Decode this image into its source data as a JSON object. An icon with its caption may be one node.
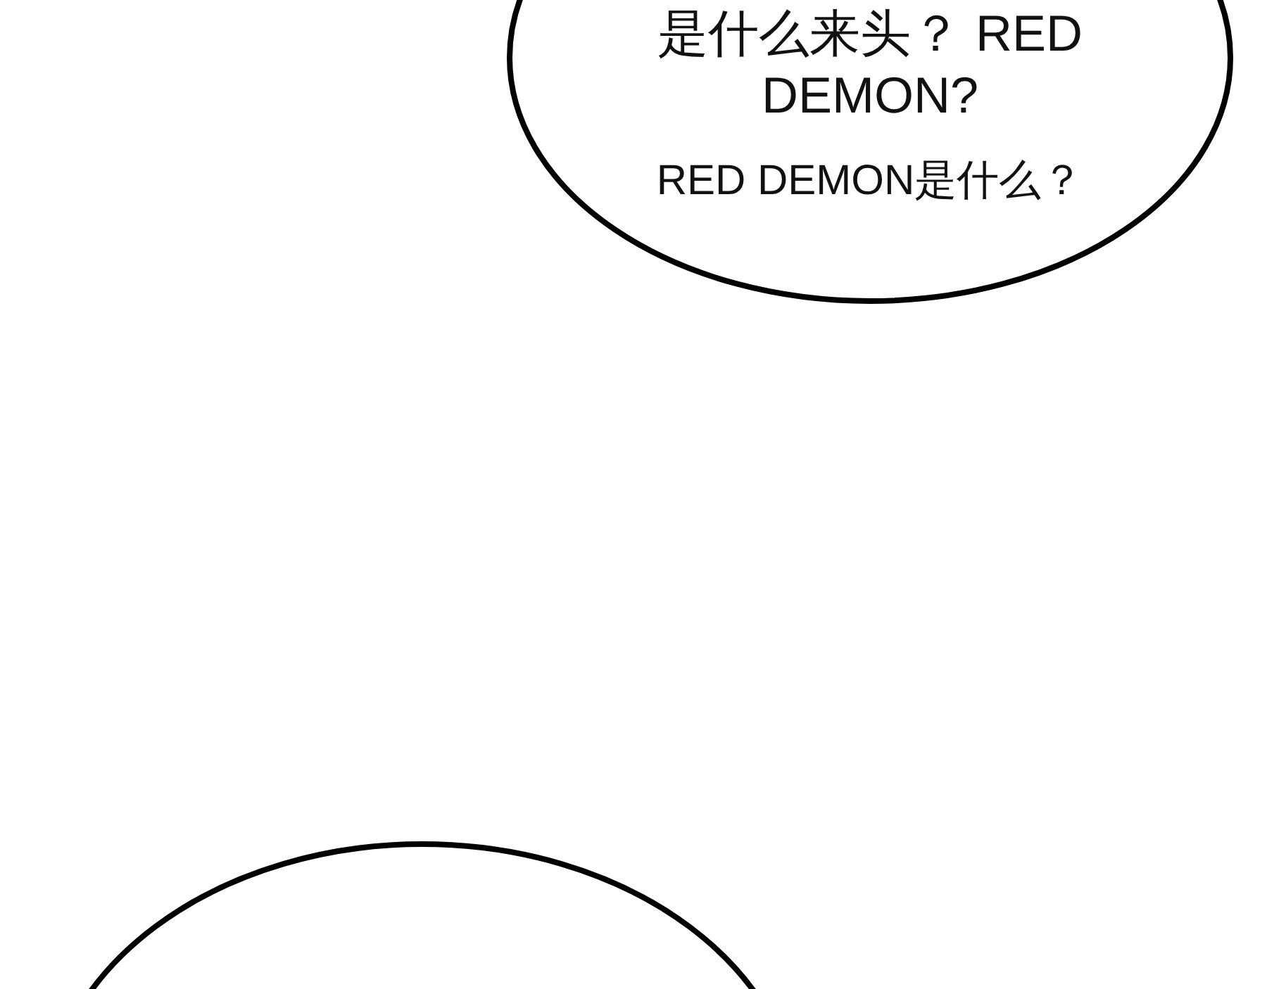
{
  "diagram": {
    "nodes": [
      {
        "text": [
          "是什么来头？ RED DEMON?",
          "RED DEMON是什么？"
        ]
      },
      {
        "text": [],
        "shape": "ellipse"
      }
    ]
  }
}
